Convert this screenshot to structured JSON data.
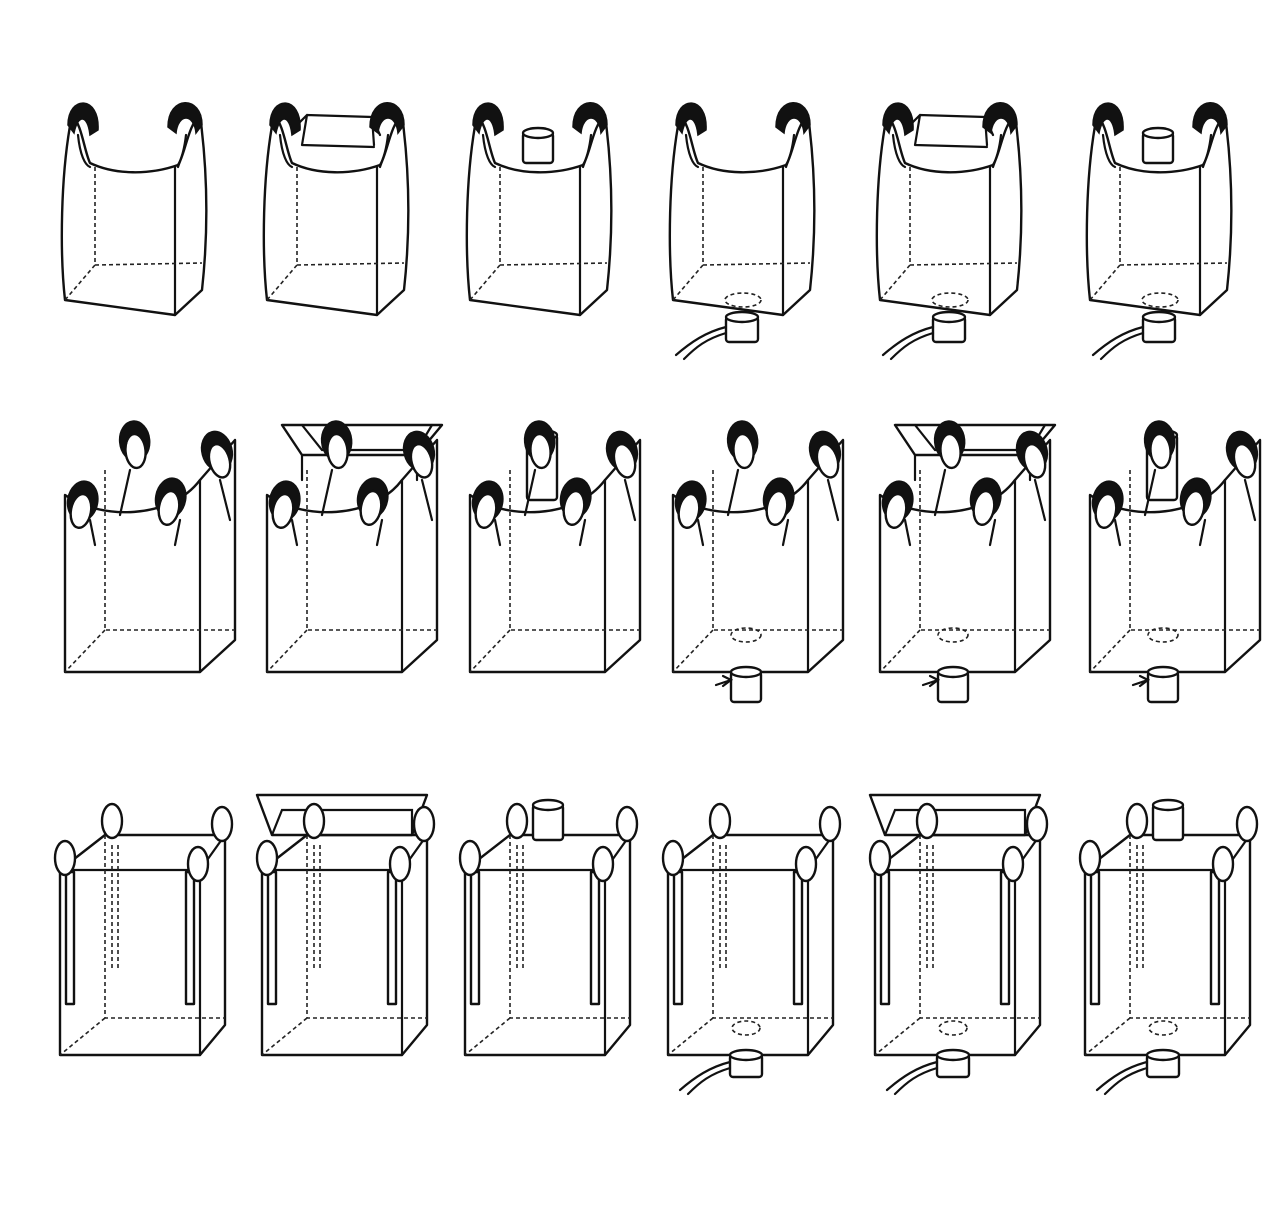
{
  "diagram": {
    "rows": [
      {
        "style": "two-loop",
        "bags": [
          {
            "top": "open",
            "bottom": "flat"
          },
          {
            "top": "duffle",
            "bottom": "flat"
          },
          {
            "top": "spout",
            "bottom": "flat"
          },
          {
            "top": "open",
            "bottom": "spout"
          },
          {
            "top": "duffle",
            "bottom": "spout"
          },
          {
            "top": "spout",
            "bottom": "spout"
          }
        ]
      },
      {
        "style": "four-loop-tubular",
        "bags": [
          {
            "top": "open",
            "bottom": "flat"
          },
          {
            "top": "duffle",
            "bottom": "flat"
          },
          {
            "top": "spout",
            "bottom": "flat"
          },
          {
            "top": "open",
            "bottom": "spout"
          },
          {
            "top": "duffle",
            "bottom": "spout"
          },
          {
            "top": "spout",
            "bottom": "spout"
          }
        ]
      },
      {
        "style": "cross-corner-loop",
        "bags": [
          {
            "top": "open",
            "bottom": "flat"
          },
          {
            "top": "duffle",
            "bottom": "flat"
          },
          {
            "top": "spout",
            "bottom": "flat"
          },
          {
            "top": "open",
            "bottom": "spout"
          },
          {
            "top": "duffle",
            "bottom": "spout"
          },
          {
            "top": "spout",
            "bottom": "spout"
          }
        ]
      }
    ]
  }
}
